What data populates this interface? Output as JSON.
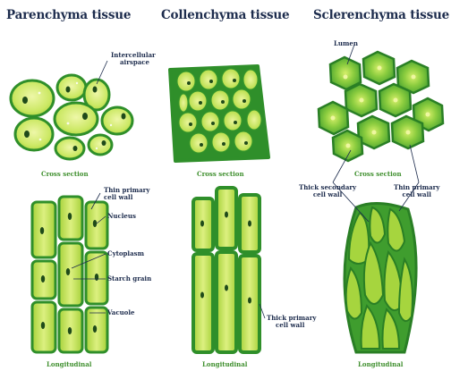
{
  "titles": {
    "parenchyma": "Parenchyma tissue",
    "collenchyma": "Collenchyma tissue",
    "sclerenchyma": "Sclerenchyma tissue"
  },
  "captions": {
    "cross_section_1": "Cross section",
    "cross_section_2": "Cross section",
    "cross_section_3": "Cross section",
    "longitudinal_1": "Longitudinal",
    "longitudinal_2": "Longitudinal",
    "longitudinal_3": "Longitudinal"
  },
  "labels": {
    "intercellular_airspace_1": "Intercellular",
    "intercellular_airspace_2": "airspace",
    "lumen": "Lumen",
    "thin_primary_wall_1": "Thin primary",
    "thin_primary_wall_2": "cell wall",
    "nucleus": "Nucleus",
    "cytoplasm": "Cytoplasm",
    "starch_grain": "Starch grain",
    "vacuole": "Vacuole",
    "thick_primary_wall_1": "Thick primary",
    "thick_primary_wall_2": "cell wall",
    "thick_secondary_wall_1": "Thick secondary",
    "thick_secondary_wall_2": "cell wall",
    "thin_primary_wall_scl_1": "Thin primary",
    "thin_primary_wall_scl_2": "cell wall"
  },
  "colors": {
    "wall_dark": "#2f8f2a",
    "cell_fill": "#b9df4a",
    "cell_light": "#e3f28c",
    "nucleus": "#1f4a1a",
    "text": "#1d2c4d",
    "caption": "#3f8f2e"
  }
}
